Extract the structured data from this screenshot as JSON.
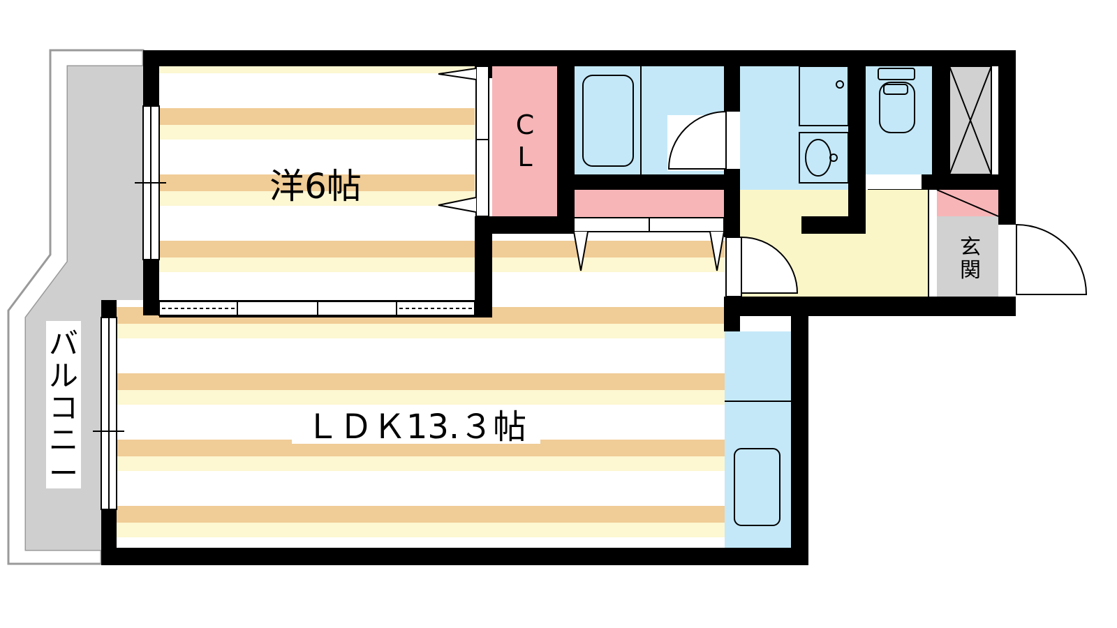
{
  "floorplan": {
    "rooms": {
      "western_room": "洋6帖",
      "ldk": "ＬＤＫ13.３帖",
      "closet_line1": "C",
      "closet_line2": "L",
      "entrance_line1": "玄",
      "entrance_line2": "関",
      "balcony_chars": [
        "バ",
        "ル",
        "コ",
        "ニ",
        "ー"
      ]
    },
    "colors": {
      "wall": "#000000",
      "floor_stripe": "#f0cc96",
      "floor_light": "#fdf7d2",
      "wet_area": "#c4e8f8",
      "closet": "#f7b5b7",
      "entrance_hall": "#fbf6c8",
      "entrance": "#d1d1d1",
      "balcony": "#cfcfcf"
    }
  }
}
